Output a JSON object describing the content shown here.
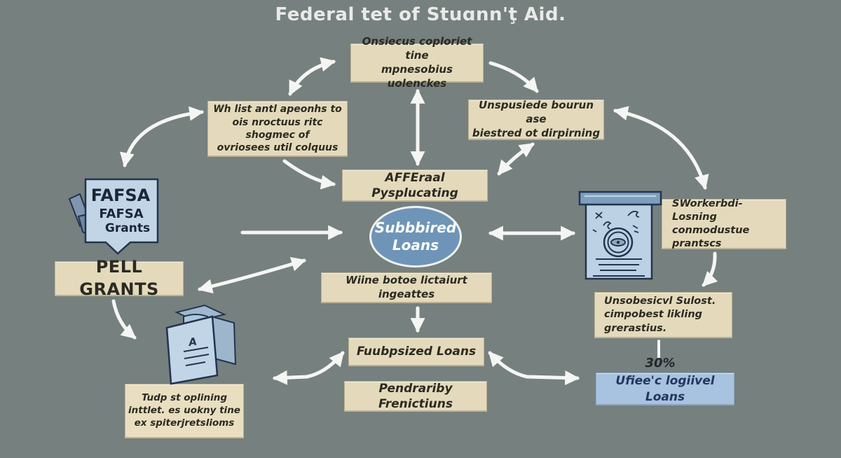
{
  "title": "Federal tet of Stuɑnn'ţ Aid.",
  "colors": {
    "background": "#76807E",
    "box_beige": "#E4DABB",
    "box_light_blue": "#A7C3DF",
    "ellipse_blue": "#6E95B8",
    "arrow_white": "#F5F6F4",
    "icon_fill_blue": "#C2D5E6",
    "icon_outline_navy": "#22344E",
    "text_dark": "#2B2A22"
  },
  "nodes": {
    "top_box": "Onsiecus coploriet tine\nmpnesobius uolenckes",
    "left_box": "Wh list antl apeonhs to\nois nroctuus ritc\nshogmec of\novriosees util colquus",
    "right_box": "Unspusiede bourun ase\nbiestred ot dirpirning",
    "afferaal_box": "AFFEraal Pysplucating",
    "center_ellipse": "Subbbired\nLoans",
    "fafsa_icon": {
      "line1": "FAFSA",
      "line2": "FAFSA",
      "line3": "Grants"
    },
    "pell_box": "PELL GRANTS",
    "wiine_box": "Wiine botoe lictaiurt ingeattes",
    "fuubpsized_box": "Fuubpsized Loans",
    "pendrariby_box": "Pendrariby Frenictiuns",
    "tudp_box": "Tudp st oplining\ninttlet. es uokny tine\nex spiterjretslioms",
    "sworkerhd_box": "SWorkerbdi-Losning\nconmodustue\nprantscs",
    "unsobesicvl_box": "Unsobesicvl Sulost.\ncimpobest likling\ngrerastius.",
    "percent_label": "30%",
    "ufiee_box": "Ufiee'c logiivel Loans",
    "package_letter": "A"
  }
}
